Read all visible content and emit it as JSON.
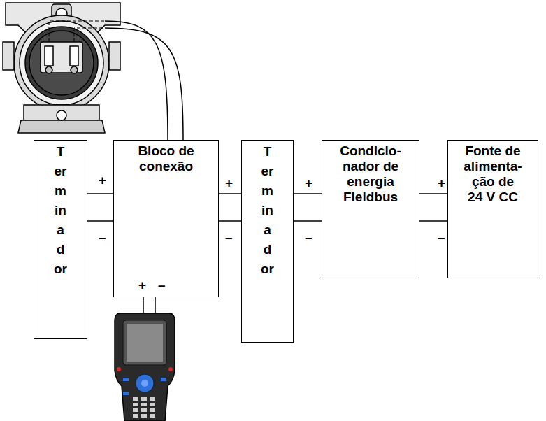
{
  "diagram": {
    "nodes": [
      {
        "text": [
          "Terminador"
        ]
      },
      {
        "text": [
          "Bloco de conexão"
        ]
      },
      {
        "text": [
          "Terminador"
        ]
      },
      {
        "text": [
          "Condicio- nador de energia Fieldbus"
        ]
      },
      {
        "text": [
          "Fonte de alimenta- ção de 24 V CC"
        ]
      }
    ],
    "edges": [
      {
        "from": 0,
        "to": 1,
        "arrow": "none"
      },
      {
        "from": 0,
        "to": 1,
        "arrow": "none"
      },
      {
        "from": 1,
        "to": 2,
        "arrow": "none"
      },
      {
        "from": 1,
        "to": 2,
        "arrow": "none"
      },
      {
        "from": 2,
        "to": 3,
        "arrow": "none"
      },
      {
        "from": 2,
        "to": 3,
        "arrow": "none"
      },
      {
        "from": 3,
        "to": 4,
        "arrow": "none"
      },
      {
        "from": 3,
        "to": 4,
        "arrow": "none"
      }
    ],
    "labels": [
      "+",
      "–",
      "+",
      "–",
      "+",
      "–",
      "+",
      "–",
      "+",
      "–"
    ]
  }
}
